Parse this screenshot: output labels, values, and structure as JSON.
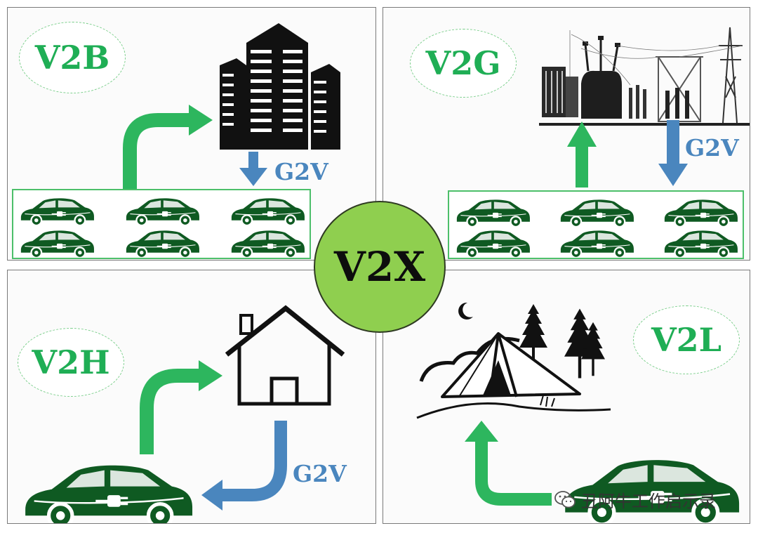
{
  "center": {
    "label": "V2X",
    "color": "#8fcf4f"
  },
  "panels": {
    "v2b": {
      "label": "V2B",
      "g2v_label": "G2V",
      "icon": "office-buildings"
    },
    "v2g": {
      "label": "V2G",
      "g2v_label": "G2V",
      "icon": "power-substation"
    },
    "v2h": {
      "label": "V2H",
      "g2v_label": "G2V",
      "icon": "house"
    },
    "v2l": {
      "label": "V2L",
      "icon": "camping-tent"
    }
  },
  "colors": {
    "label_green": "#1fae55",
    "discharge_arrow": "#2db65e",
    "g2v_arrow": "#4a86be",
    "car_green": "#0f5a22"
  },
  "watermark": {
    "text": "丑阿牛工作启示录",
    "icon": "wechat-icon"
  }
}
